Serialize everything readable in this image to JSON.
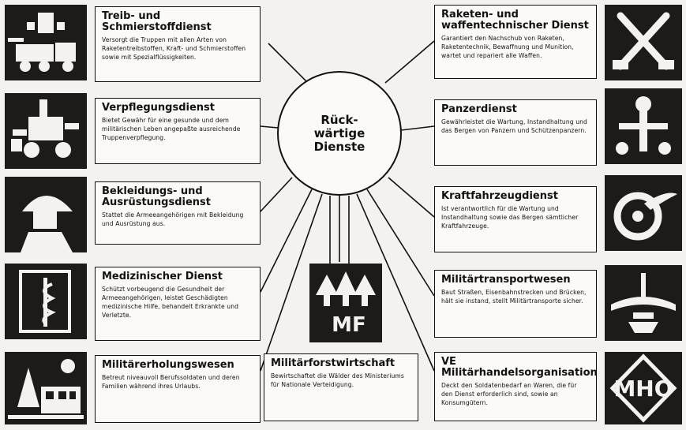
{
  "center": {
    "title": "Rück-\nwärtige\nDienste"
  },
  "services": {
    "treib": {
      "title": "Treib- und Schmierstoffdienst",
      "text": "Versorgt die Truppen mit allen Arten von Raketentreibstoffen, Kraft- und Schmierstoffen sowie mit Spezialflüssigkeiten.",
      "icon": "fuel-truck-icon"
    },
    "verpflegung": {
      "title": "Verpflegungsdienst",
      "text": "Bietet Gewähr für eine gesunde und dem militärischen Leben angepaßte ausreichende Truppenverpflegung.",
      "icon": "field-kitchen-icon"
    },
    "bekleidung": {
      "title": "Bekleidungs- und Ausrüstungsdienst",
      "text": "Stattet die Armeeangehörigen mit Bekleidung und Ausrüstung aus.",
      "icon": "soldier-helmet-icon"
    },
    "medizin": {
      "title": "Medizinischer Dienst",
      "text": "Schützt vorbeugend die Gesundheit der Armeeangehörigen, leistet Geschädigten medizinische Hilfe, behandelt Erkrankte und Verletzte.",
      "icon": "aesculapian-staff-icon"
    },
    "erholung": {
      "title": "Militärerholungswesen",
      "text": "Betreut niveauvoll Berufssoldaten und deren Familien während ihres Urlaubs.",
      "icon": "holiday-home-icon"
    },
    "forst": {
      "title": "Militärforstwirtschaft",
      "text": "Bewirtschaftet die Wälder des Ministeriums für Nationale Verteidigung.",
      "icon": "mf-forest-icon",
      "icon_label": "MF"
    },
    "raketen": {
      "title": "Raketen- und waffentechnischer Dienst",
      "text": "Garantiert den Nachschub von Raketen, Raketentechnik, Bewaffnung und Munition, wartet und repariert alle Waffen.",
      "icon": "crossed-rockets-icon"
    },
    "panzer": {
      "title": "Panzerdienst",
      "text": "Gewährleistet die Wartung, Instandhaltung und das Bergen von Panzern und Schützenpanzern.",
      "icon": "wrenches-icon"
    },
    "kraftfahrzeug": {
      "title": "Kraftfahrzeugdienst",
      "text": "Ist verantwortlich für die Wartung und Instandhaltung sowie das Bergen sämtlicher Kraftfahrzeuge.",
      "icon": "winged-wheel-icon"
    },
    "transport": {
      "title": "Militärtransportwesen",
      "text": "Baut Straßen, Eisenbahnstrecken und Brücken, hält sie instand, stellt Militärtransporte sicher.",
      "icon": "transport-emblem-icon"
    },
    "handel": {
      "title": "VE Militärhandelsorganisation",
      "text": "Deckt den Soldatenbedarf an Waren, die für den Dienst erforderlich sind, sowie an Konsumgütern.",
      "icon": "mho-monogram-icon",
      "icon_label": "MHO"
    }
  }
}
